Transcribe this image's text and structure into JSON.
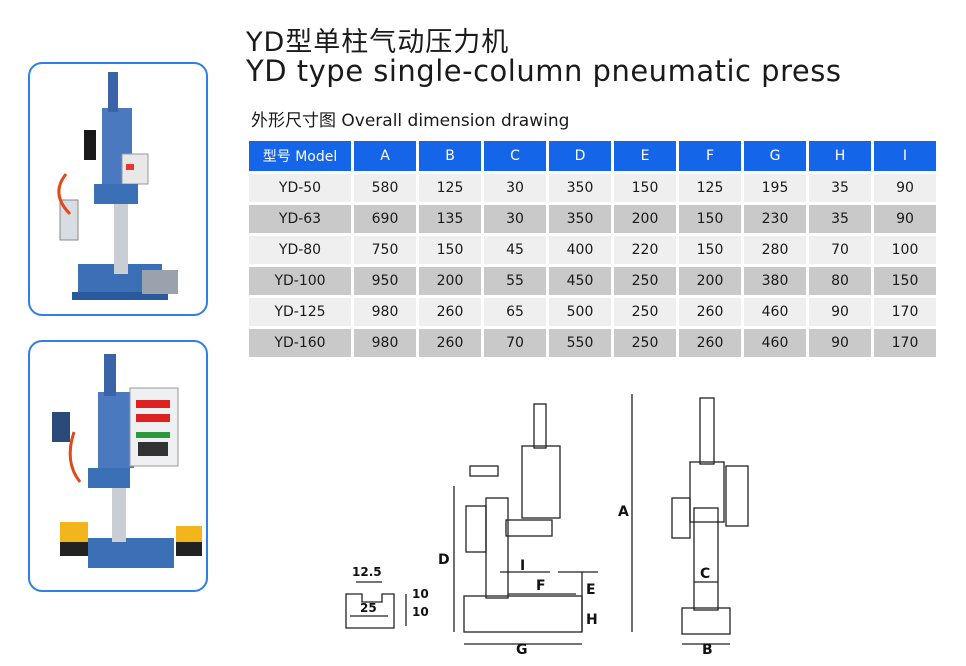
{
  "title": {
    "cn": "YD型单柱气动压力机",
    "en": "YD type single-column pneumatic press"
  },
  "subtitle": "外形尺寸图 Overall dimension drawing",
  "table": {
    "headers": [
      "型号 Model",
      "A",
      "B",
      "C",
      "D",
      "E",
      "F",
      "G",
      "H",
      "I"
    ],
    "rows": [
      [
        "YD-50",
        "580",
        "125",
        "30",
        "350",
        "150",
        "125",
        "195",
        "35",
        "90"
      ],
      [
        "YD-63",
        "690",
        "135",
        "30",
        "350",
        "200",
        "150",
        "230",
        "35",
        "90"
      ],
      [
        "YD-80",
        "750",
        "150",
        "45",
        "400",
        "220",
        "150",
        "280",
        "70",
        "100"
      ],
      [
        "YD-100",
        "950",
        "200",
        "55",
        "450",
        "250",
        "200",
        "380",
        "80",
        "150"
      ],
      [
        "YD-125",
        "980",
        "260",
        "65",
        "500",
        "250",
        "260",
        "460",
        "90",
        "170"
      ],
      [
        "YD-160",
        "980",
        "260",
        "70",
        "550",
        "250",
        "260",
        "460",
        "90",
        "170"
      ]
    ]
  },
  "drawing_labels": {
    "a": "A",
    "b": "B",
    "c": "C",
    "d": "D",
    "e": "E",
    "f": "F",
    "g": "G",
    "h": "H",
    "i": "I",
    "slot_top": "12.5",
    "slot_width": "25",
    "slot_h1": "10",
    "slot_h2": "10"
  },
  "colors": {
    "header_blue": "#1565e8",
    "frame_blue": "#2f7fe6",
    "row_light": "#efefef",
    "row_dark": "#c9c9c9"
  }
}
